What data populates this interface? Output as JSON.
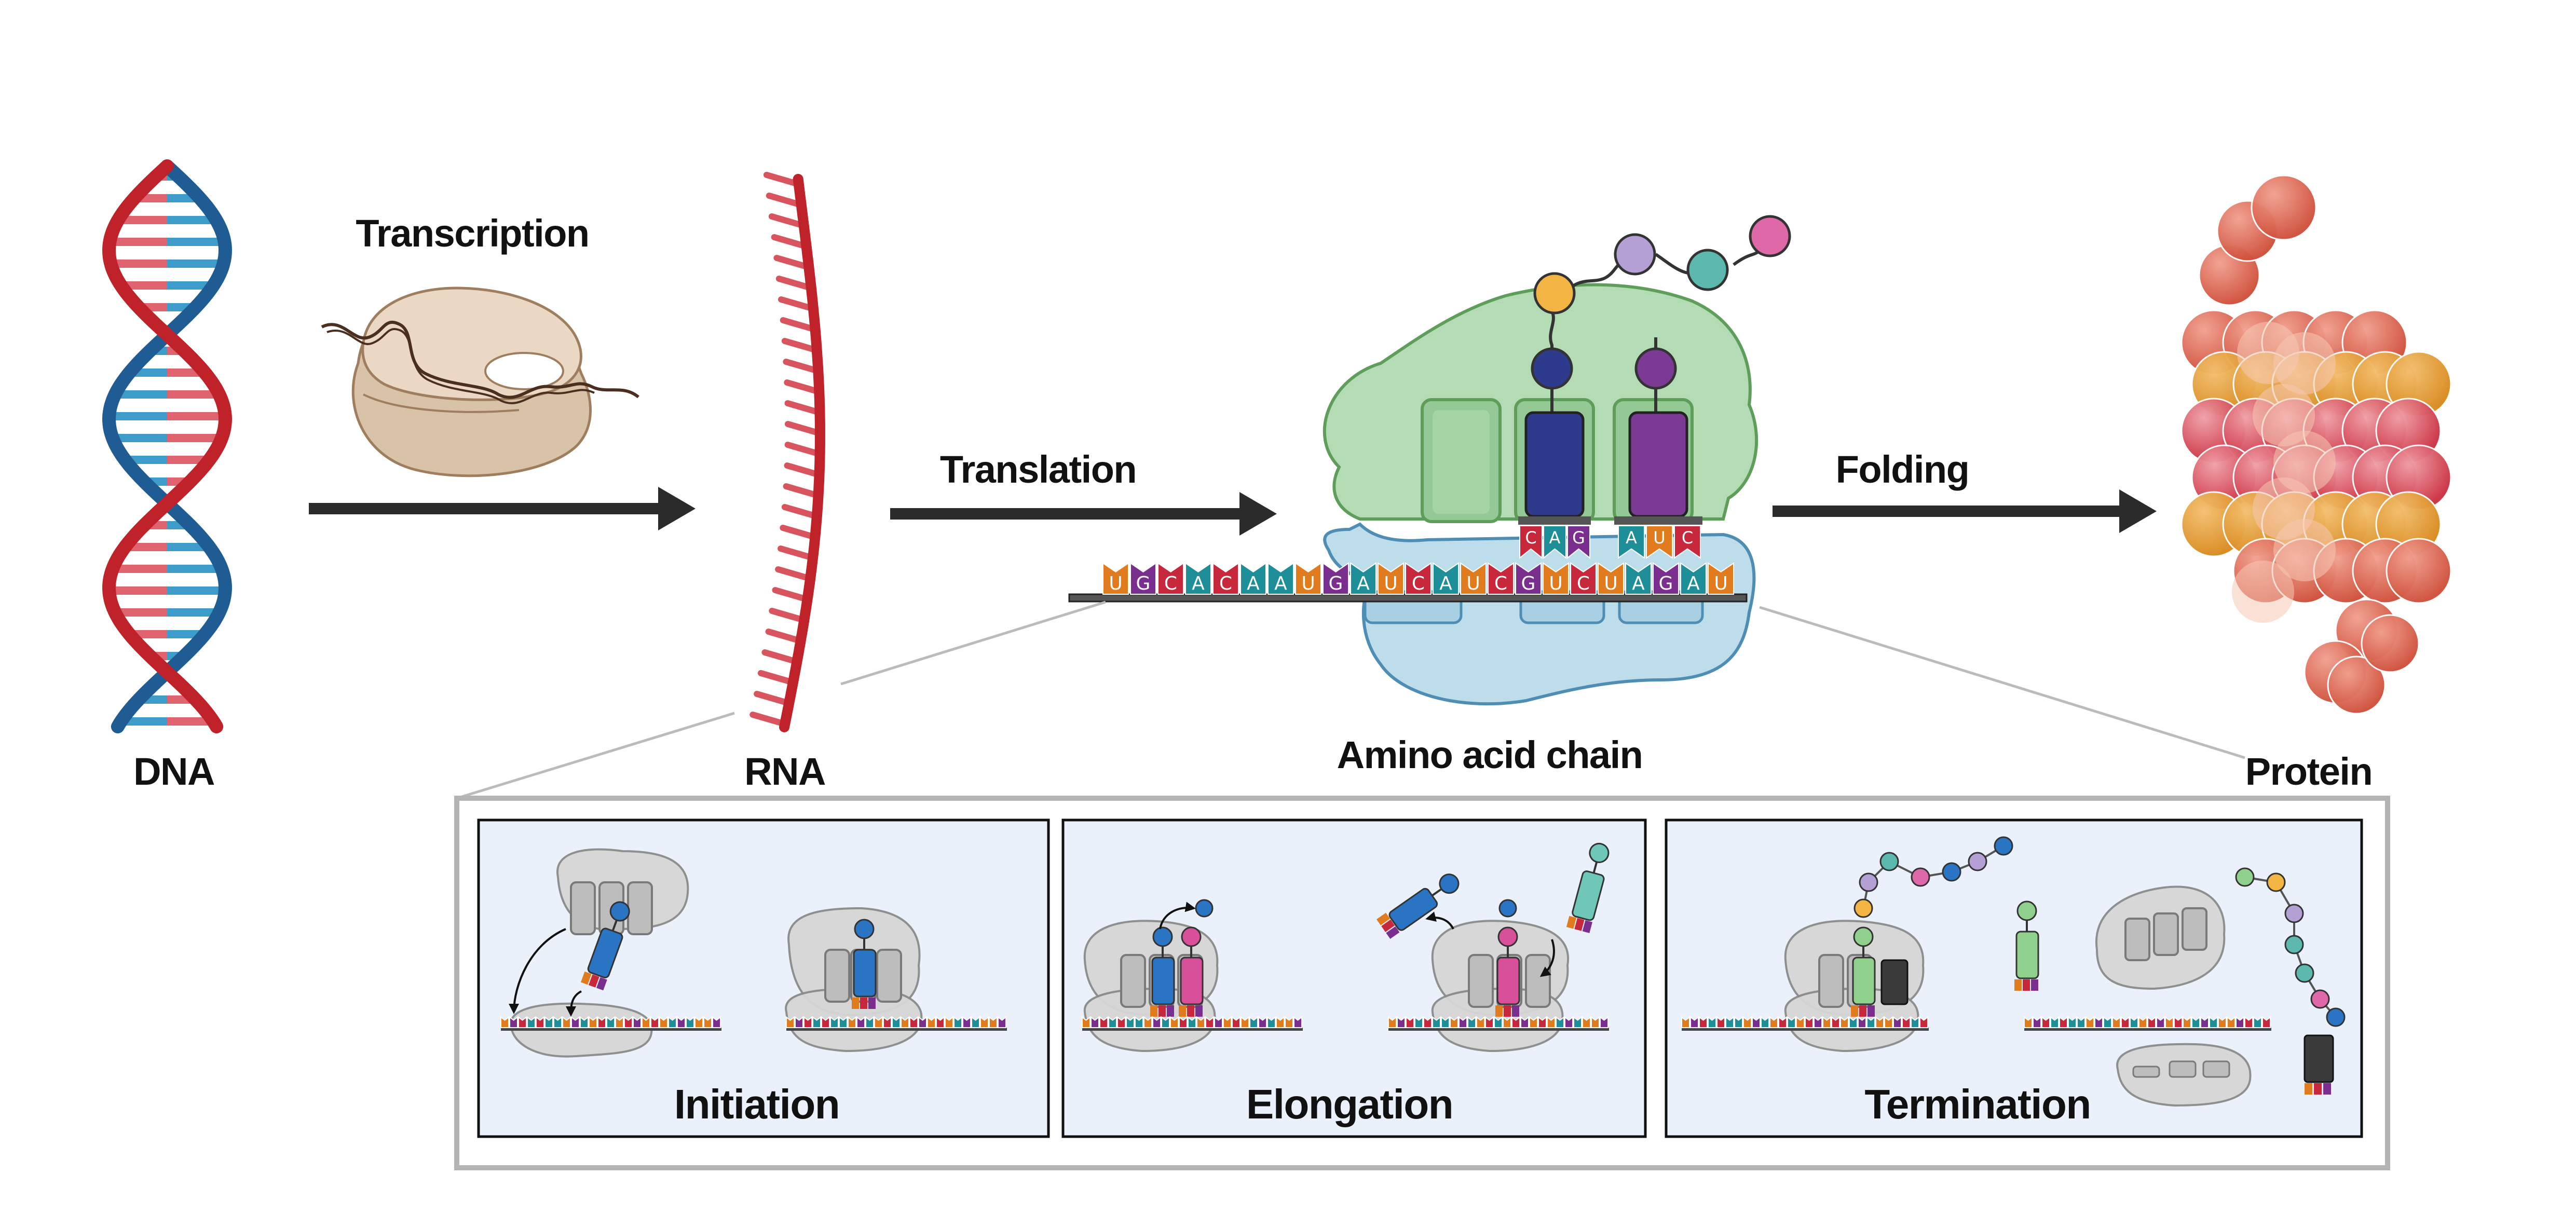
{
  "labels": {
    "dna": "DNA",
    "rna": "RNA",
    "amino_acid_chain": "Amino acid chain",
    "protein": "Protein"
  },
  "steps": {
    "transcription": "Transcription",
    "translation": "Translation",
    "folding": "Folding"
  },
  "phases": {
    "initiation": "Initiation",
    "elongation": "Elongation",
    "termination": "Termination"
  },
  "mrna_sequence": [
    "U",
    "G",
    "C",
    "A",
    "C",
    "A",
    "A",
    "U",
    "G",
    "A",
    "U",
    "C",
    "A",
    "U",
    "C",
    "G",
    "U",
    "C",
    "U",
    "A",
    "G",
    "A",
    "U"
  ],
  "trna_anticodons": {
    "left": [
      "C",
      "A",
      "G"
    ],
    "right": [
      "A",
      "U",
      "C"
    ]
  },
  "colors": {
    "dna_strand_red": "#C0222A",
    "dna_strand_blue": "#1F5C94",
    "ribosome_large": "#B4DCB4",
    "ribosome_small": "#BEDDEA",
    "base_U": "#E07B1E",
    "base_G": "#7A2E8E",
    "base_C": "#C8283C",
    "base_A": "#1E8E98",
    "trna_blue": "#2E3A8C",
    "trna_purple": "#7B3A94",
    "panel_bg": "#EAF1FA",
    "arrow": "#2B2B2B"
  },
  "icons": [
    "dna-helix-icon",
    "rna-polymerase-icon",
    "rna-strand-icon",
    "ribosome-icon",
    "trna-icon",
    "amino-acid-bead-icon",
    "folded-protein-icon"
  ]
}
